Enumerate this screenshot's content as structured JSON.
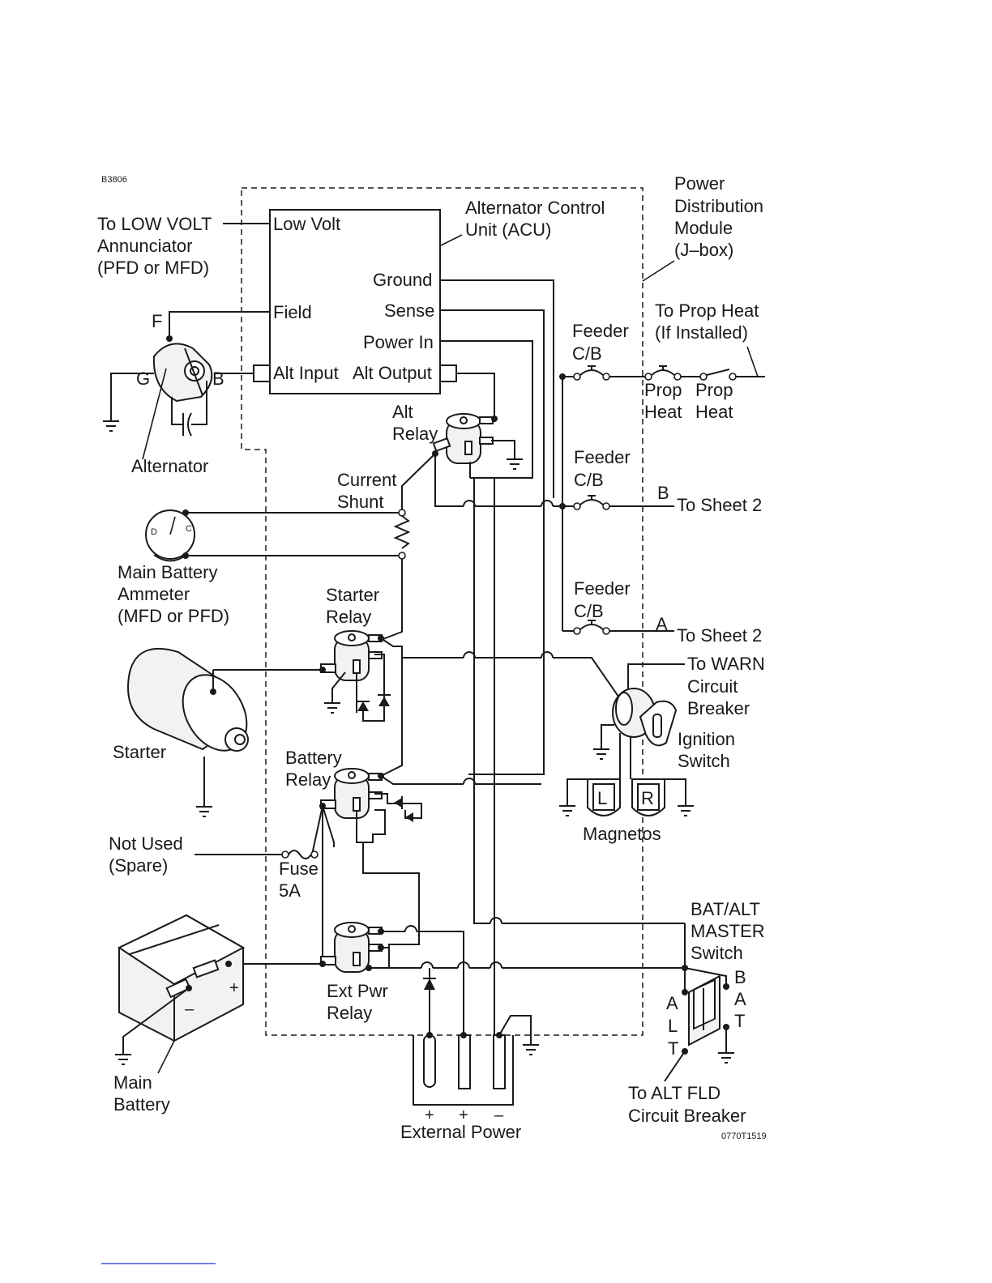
{
  "figure_id": "B3806",
  "figure_code": "0770T1519",
  "labels": {
    "acu_title_1": "Alternator Control",
    "acu_title_2": "Unit (ACU)",
    "acu_low_volt": "Low Volt",
    "acu_ground": "Ground",
    "acu_field": "Field",
    "acu_sense": "Sense",
    "acu_power_in": "Power In",
    "acu_alt_input": "Alt Input",
    "acu_alt_output": "Alt Output",
    "pdm_1": "Power",
    "pdm_2": "Distribution",
    "pdm_3": "Module",
    "pdm_4": "(J–box)",
    "low_volt_1": "To LOW VOLT",
    "low_volt_2": "Annunciator",
    "low_volt_3": "(PFD or MFD)",
    "alt_f": "F",
    "alt_g": "G",
    "alt_b": "B",
    "alternator": "Alternator",
    "alt_relay_1": "Alt",
    "alt_relay_2": "Relay",
    "current_shunt_1": "Current",
    "current_shunt_2": "Shunt",
    "ammeter_1": "Main Battery",
    "ammeter_2": "Ammeter",
    "ammeter_3": "(MFD or PFD)",
    "ammeter_d": "D",
    "ammeter_c": "C",
    "starter_relay_1": "Starter",
    "starter_relay_2": "Relay",
    "starter": "Starter",
    "battery_relay_1": "Battery",
    "battery_relay_2": "Relay",
    "not_used_1": "Not Used",
    "not_used_2": "(Spare)",
    "fuse_1": "Fuse",
    "fuse_2": "5A",
    "ext_pwr_relay_1": "Ext Pwr",
    "ext_pwr_relay_2": "Relay",
    "main_battery_1": "Main",
    "main_battery_2": "Battery",
    "battery_plus": "+",
    "battery_minus": "–",
    "external_power": "External Power",
    "ext_plus_1": "+",
    "ext_plus_2": "+",
    "ext_minus": "–",
    "feeder_1": "Feeder",
    "cb": "C/B",
    "prop_heat_to_1": "To Prop Heat",
    "prop_heat_to_2": "(If Installed)",
    "prop": "Prop",
    "heat": "Heat",
    "bus_b": "B",
    "bus_a": "A",
    "to_sheet_2": "To Sheet 2",
    "warn_1": "To WARN",
    "warn_2": "Circuit",
    "warn_3": "Breaker",
    "ignition_1": "Ignition",
    "ignition_2": "Switch",
    "mag_l": "L",
    "mag_r": "R",
    "magnetos": "Magnetos",
    "master_1": "BAT/ALT",
    "master_2": "MASTER",
    "master_3": "Switch",
    "alt_fld_1": "To ALT FLD",
    "alt_fld_2": "Circuit Breaker",
    "letter_b": "B",
    "letter_a": "A",
    "letter_t": "T",
    "letter_l": "L"
  }
}
